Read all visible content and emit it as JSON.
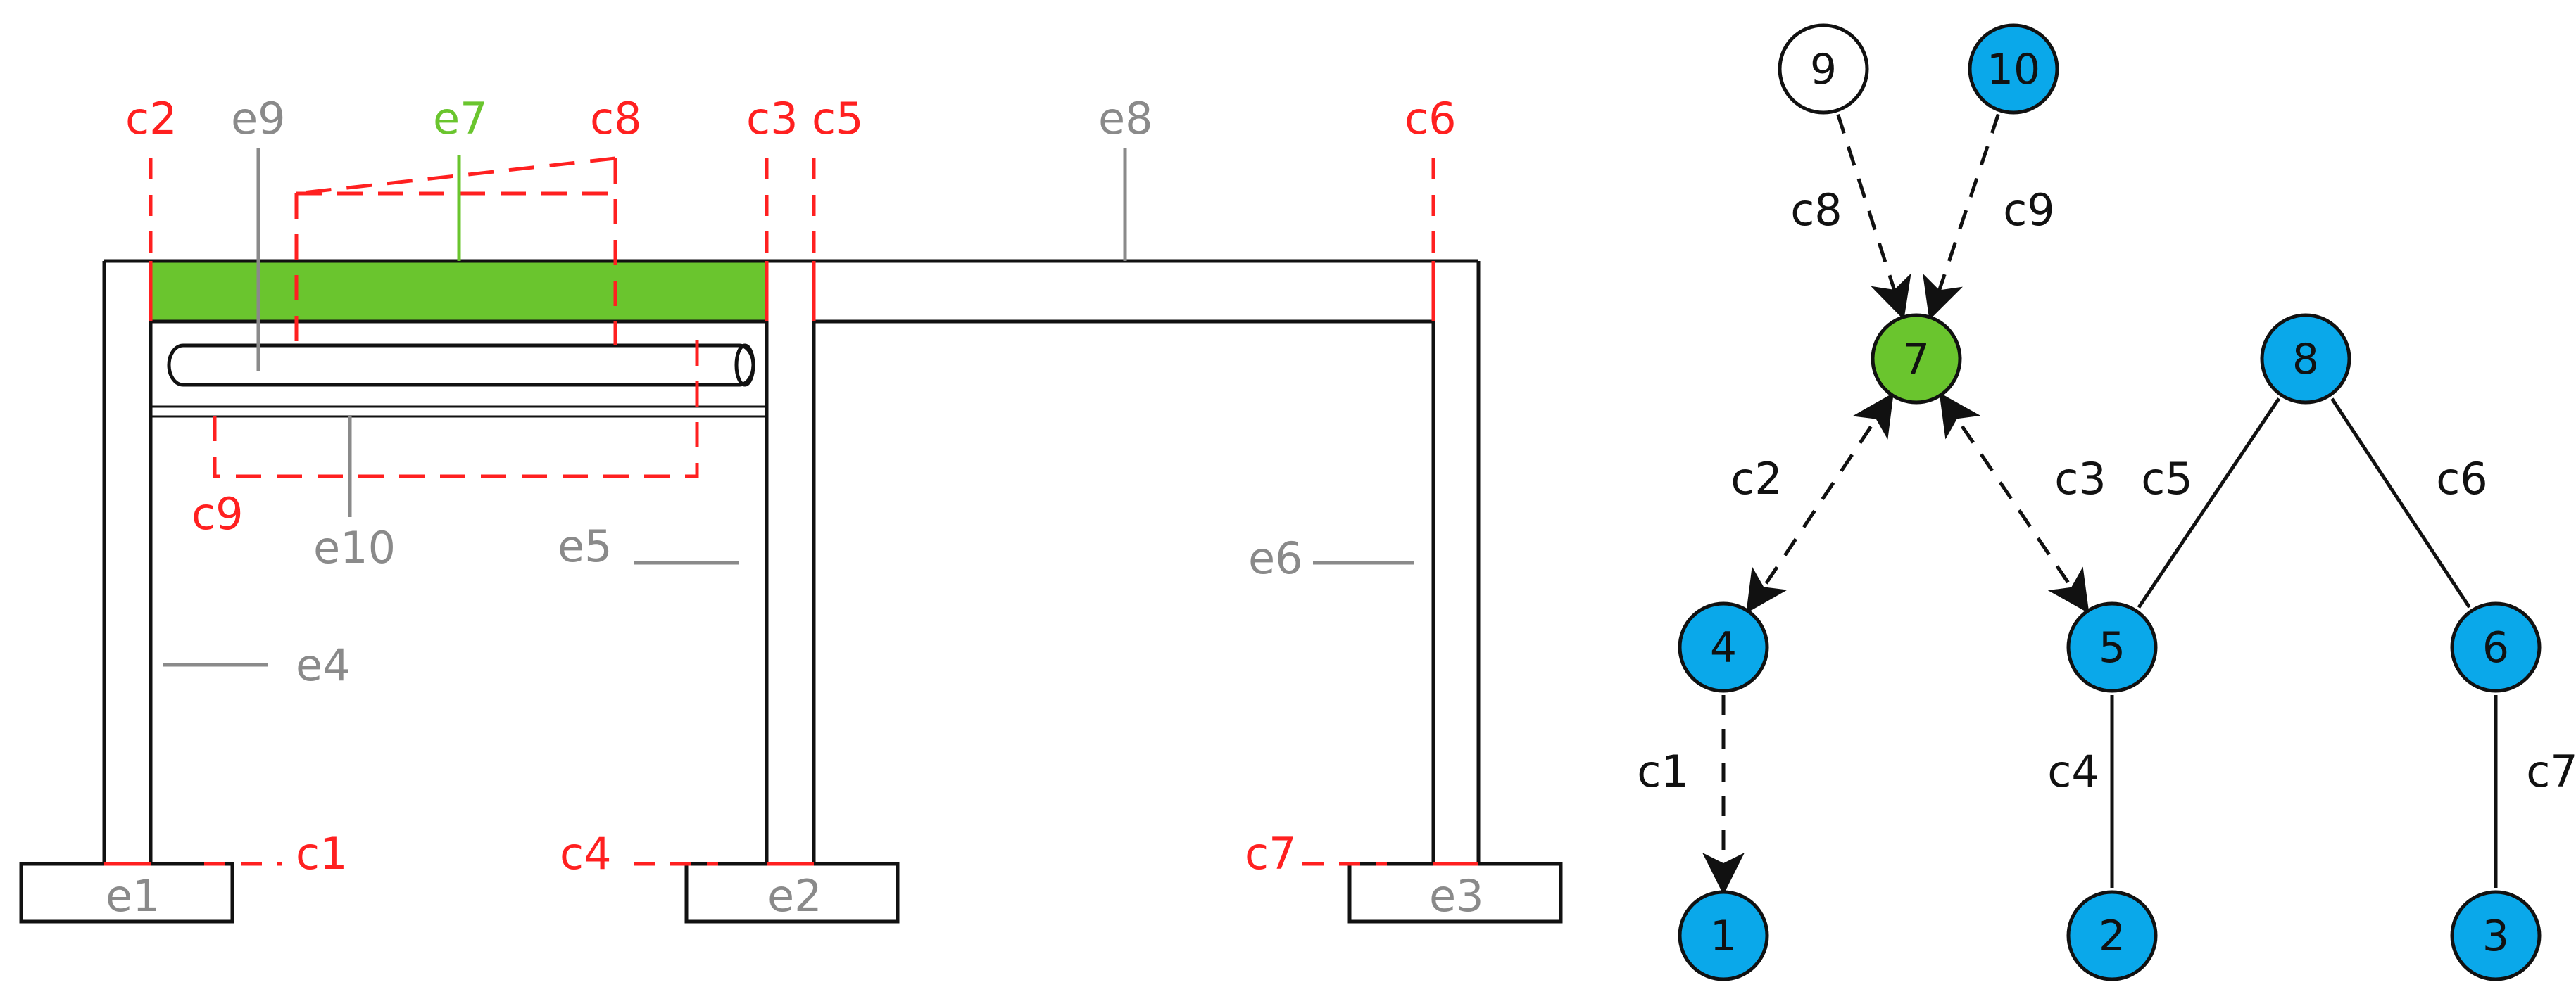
{
  "colors": {
    "red": "#ff2020",
    "green": "#6ac52e",
    "gray": "#8a8a8a",
    "blue": "#0aa8ea",
    "black": "#111111",
    "white": "#ffffff"
  },
  "frame": {
    "element_labels": {
      "e1": "e1",
      "e2": "e2",
      "e3": "e3",
      "e4": "e4",
      "e5": "e5",
      "e6": "e6",
      "e7": "e7",
      "e8": "e8",
      "e9": "e9",
      "e10": "e10"
    },
    "connection_labels": {
      "c1": "c1",
      "c2": "c2",
      "c3": "c3",
      "c4": "c4",
      "c5": "c5",
      "c6": "c6",
      "c7": "c7",
      "c8": "c8",
      "c9": "c9"
    }
  },
  "graph": {
    "nodes": [
      {
        "id": "1",
        "label": "1",
        "fill": "blue"
      },
      {
        "id": "2",
        "label": "2",
        "fill": "blue"
      },
      {
        "id": "3",
        "label": "3",
        "fill": "blue"
      },
      {
        "id": "4",
        "label": "4",
        "fill": "blue"
      },
      {
        "id": "5",
        "label": "5",
        "fill": "blue"
      },
      {
        "id": "6",
        "label": "6",
        "fill": "blue"
      },
      {
        "id": "7",
        "label": "7",
        "fill": "green"
      },
      {
        "id": "8",
        "label": "8",
        "fill": "blue"
      },
      {
        "id": "9",
        "label": "9",
        "fill": "white"
      },
      {
        "id": "10",
        "label": "10",
        "fill": "blue"
      }
    ],
    "edges": [
      {
        "id": "c1",
        "label": "c1",
        "from": "4",
        "to": "1",
        "style": "dashed-arrow"
      },
      {
        "id": "c2",
        "label": "c2",
        "from": "7",
        "to": "4",
        "style": "dashed-double-arrow"
      },
      {
        "id": "c3",
        "label": "c3",
        "from": "7",
        "to": "5",
        "style": "dashed-double-arrow"
      },
      {
        "id": "c4",
        "label": "c4",
        "from": "5",
        "to": "2",
        "style": "solid"
      },
      {
        "id": "c5",
        "label": "c5",
        "from": "8",
        "to": "5",
        "style": "solid"
      },
      {
        "id": "c6",
        "label": "c6",
        "from": "8",
        "to": "6",
        "style": "solid"
      },
      {
        "id": "c7",
        "label": "c7",
        "from": "6",
        "to": "3",
        "style": "solid"
      },
      {
        "id": "c8",
        "label": "c8",
        "from": "9",
        "to": "7",
        "style": "dashed-arrow"
      },
      {
        "id": "c9",
        "label": "c9",
        "from": "10",
        "to": "7",
        "style": "dashed-arrow"
      }
    ]
  }
}
